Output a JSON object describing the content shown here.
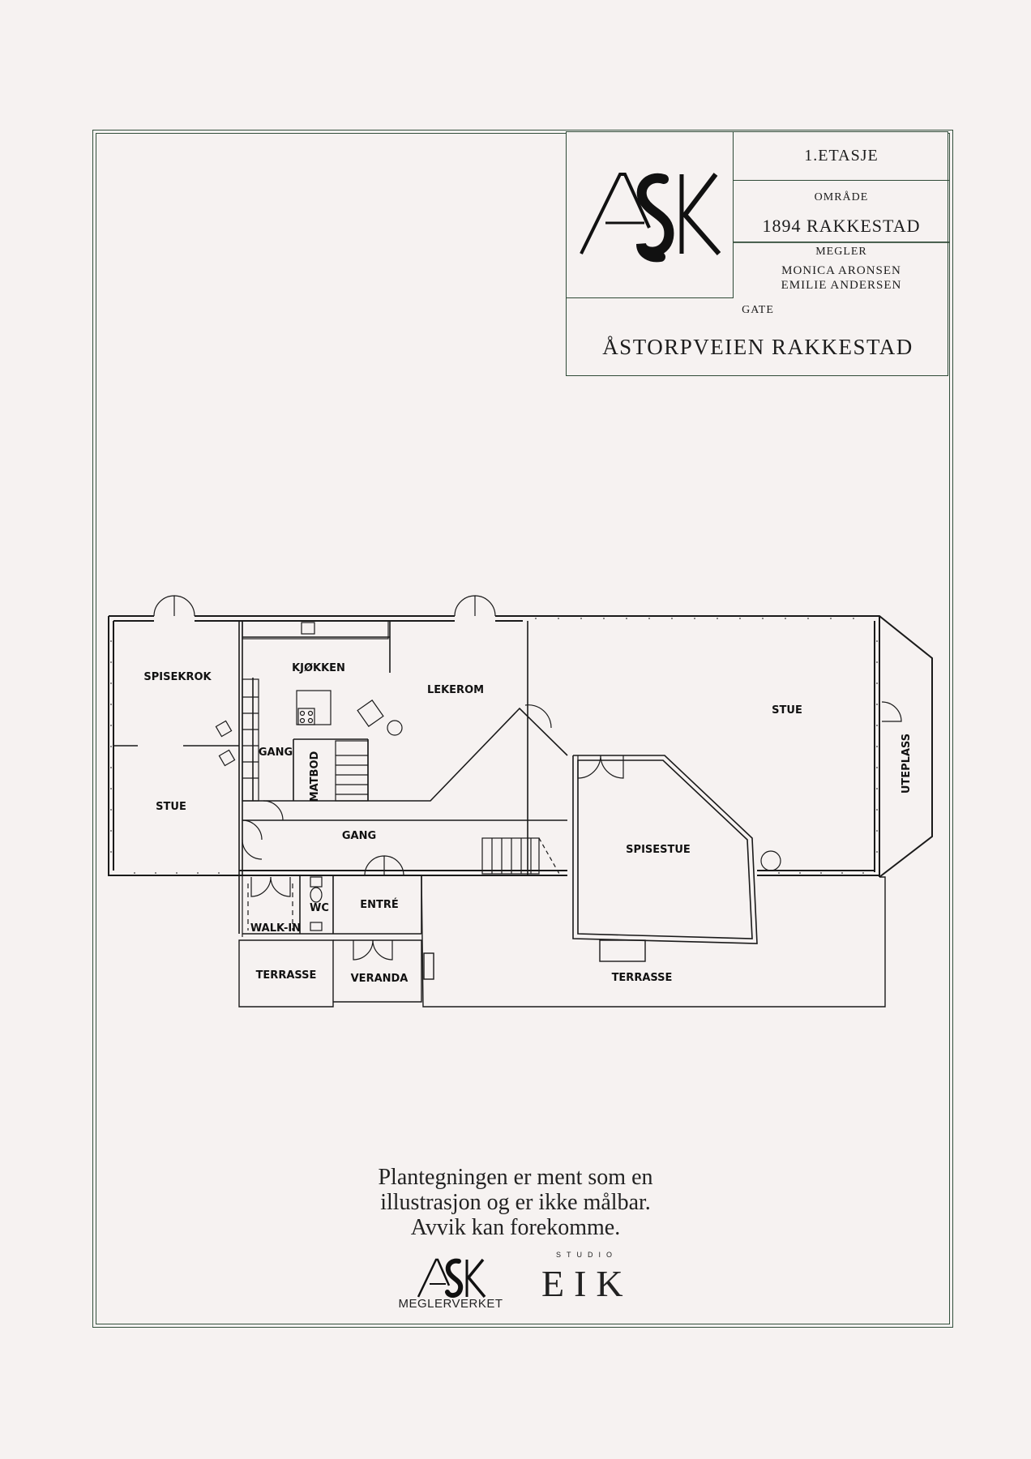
{
  "title_block": {
    "floor": "1.ETASJE",
    "area_label": "OMRÅDE",
    "area_value": "1894 RAKKESTAD",
    "broker_label": "MEGLER",
    "brokers": [
      "MONICA ARONSEN",
      "EMILIE ANDERSEN"
    ],
    "street_label": "GATE",
    "street_value": "ÅSTORPVEIEN RAKKESTAD",
    "logo_text": "ASK"
  },
  "rooms": {
    "spisekrok": "SPISEKROK",
    "kjokken": "KJØKKEN",
    "lekerom": "LEKEROM",
    "stue_right": "STUE",
    "uteplass": "UTEPLASS",
    "gang_small": "GANG",
    "matbod": "MATBOD",
    "stue_left": "STUE",
    "gang": "GANG",
    "spisestue": "SPISESTUE",
    "wc": "WC",
    "entre": "ENTRÉ",
    "walk_in": "WALK-IN",
    "terrasse_left": "TERRASSE",
    "veranda": "VERANDA",
    "terrasse_right": "TERRASSE"
  },
  "disclaimer": [
    "Plantegningen er ment som en",
    "illustrasjon og er ikke målbar.",
    "Avvik kan forekomme."
  ],
  "footer": {
    "ask_logo_text": "ASK",
    "ask_subtitle": "MEGLERVERKET",
    "studio_small": "STUDIO",
    "studio_name": "EIK"
  }
}
